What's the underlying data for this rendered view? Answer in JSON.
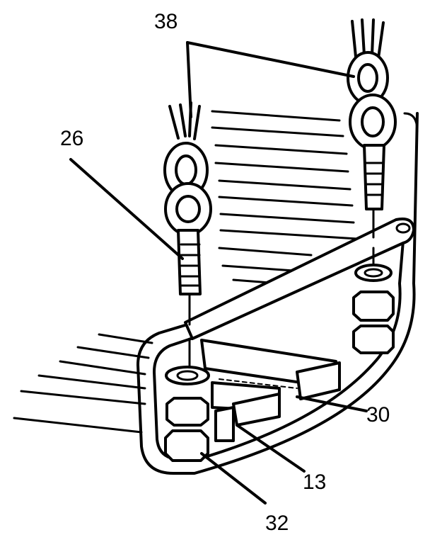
{
  "figure": {
    "labels": {
      "eye_bolt_pair": "38",
      "eye_bolt": "26",
      "rail": "30",
      "seat": "13",
      "nut": "32"
    }
  }
}
